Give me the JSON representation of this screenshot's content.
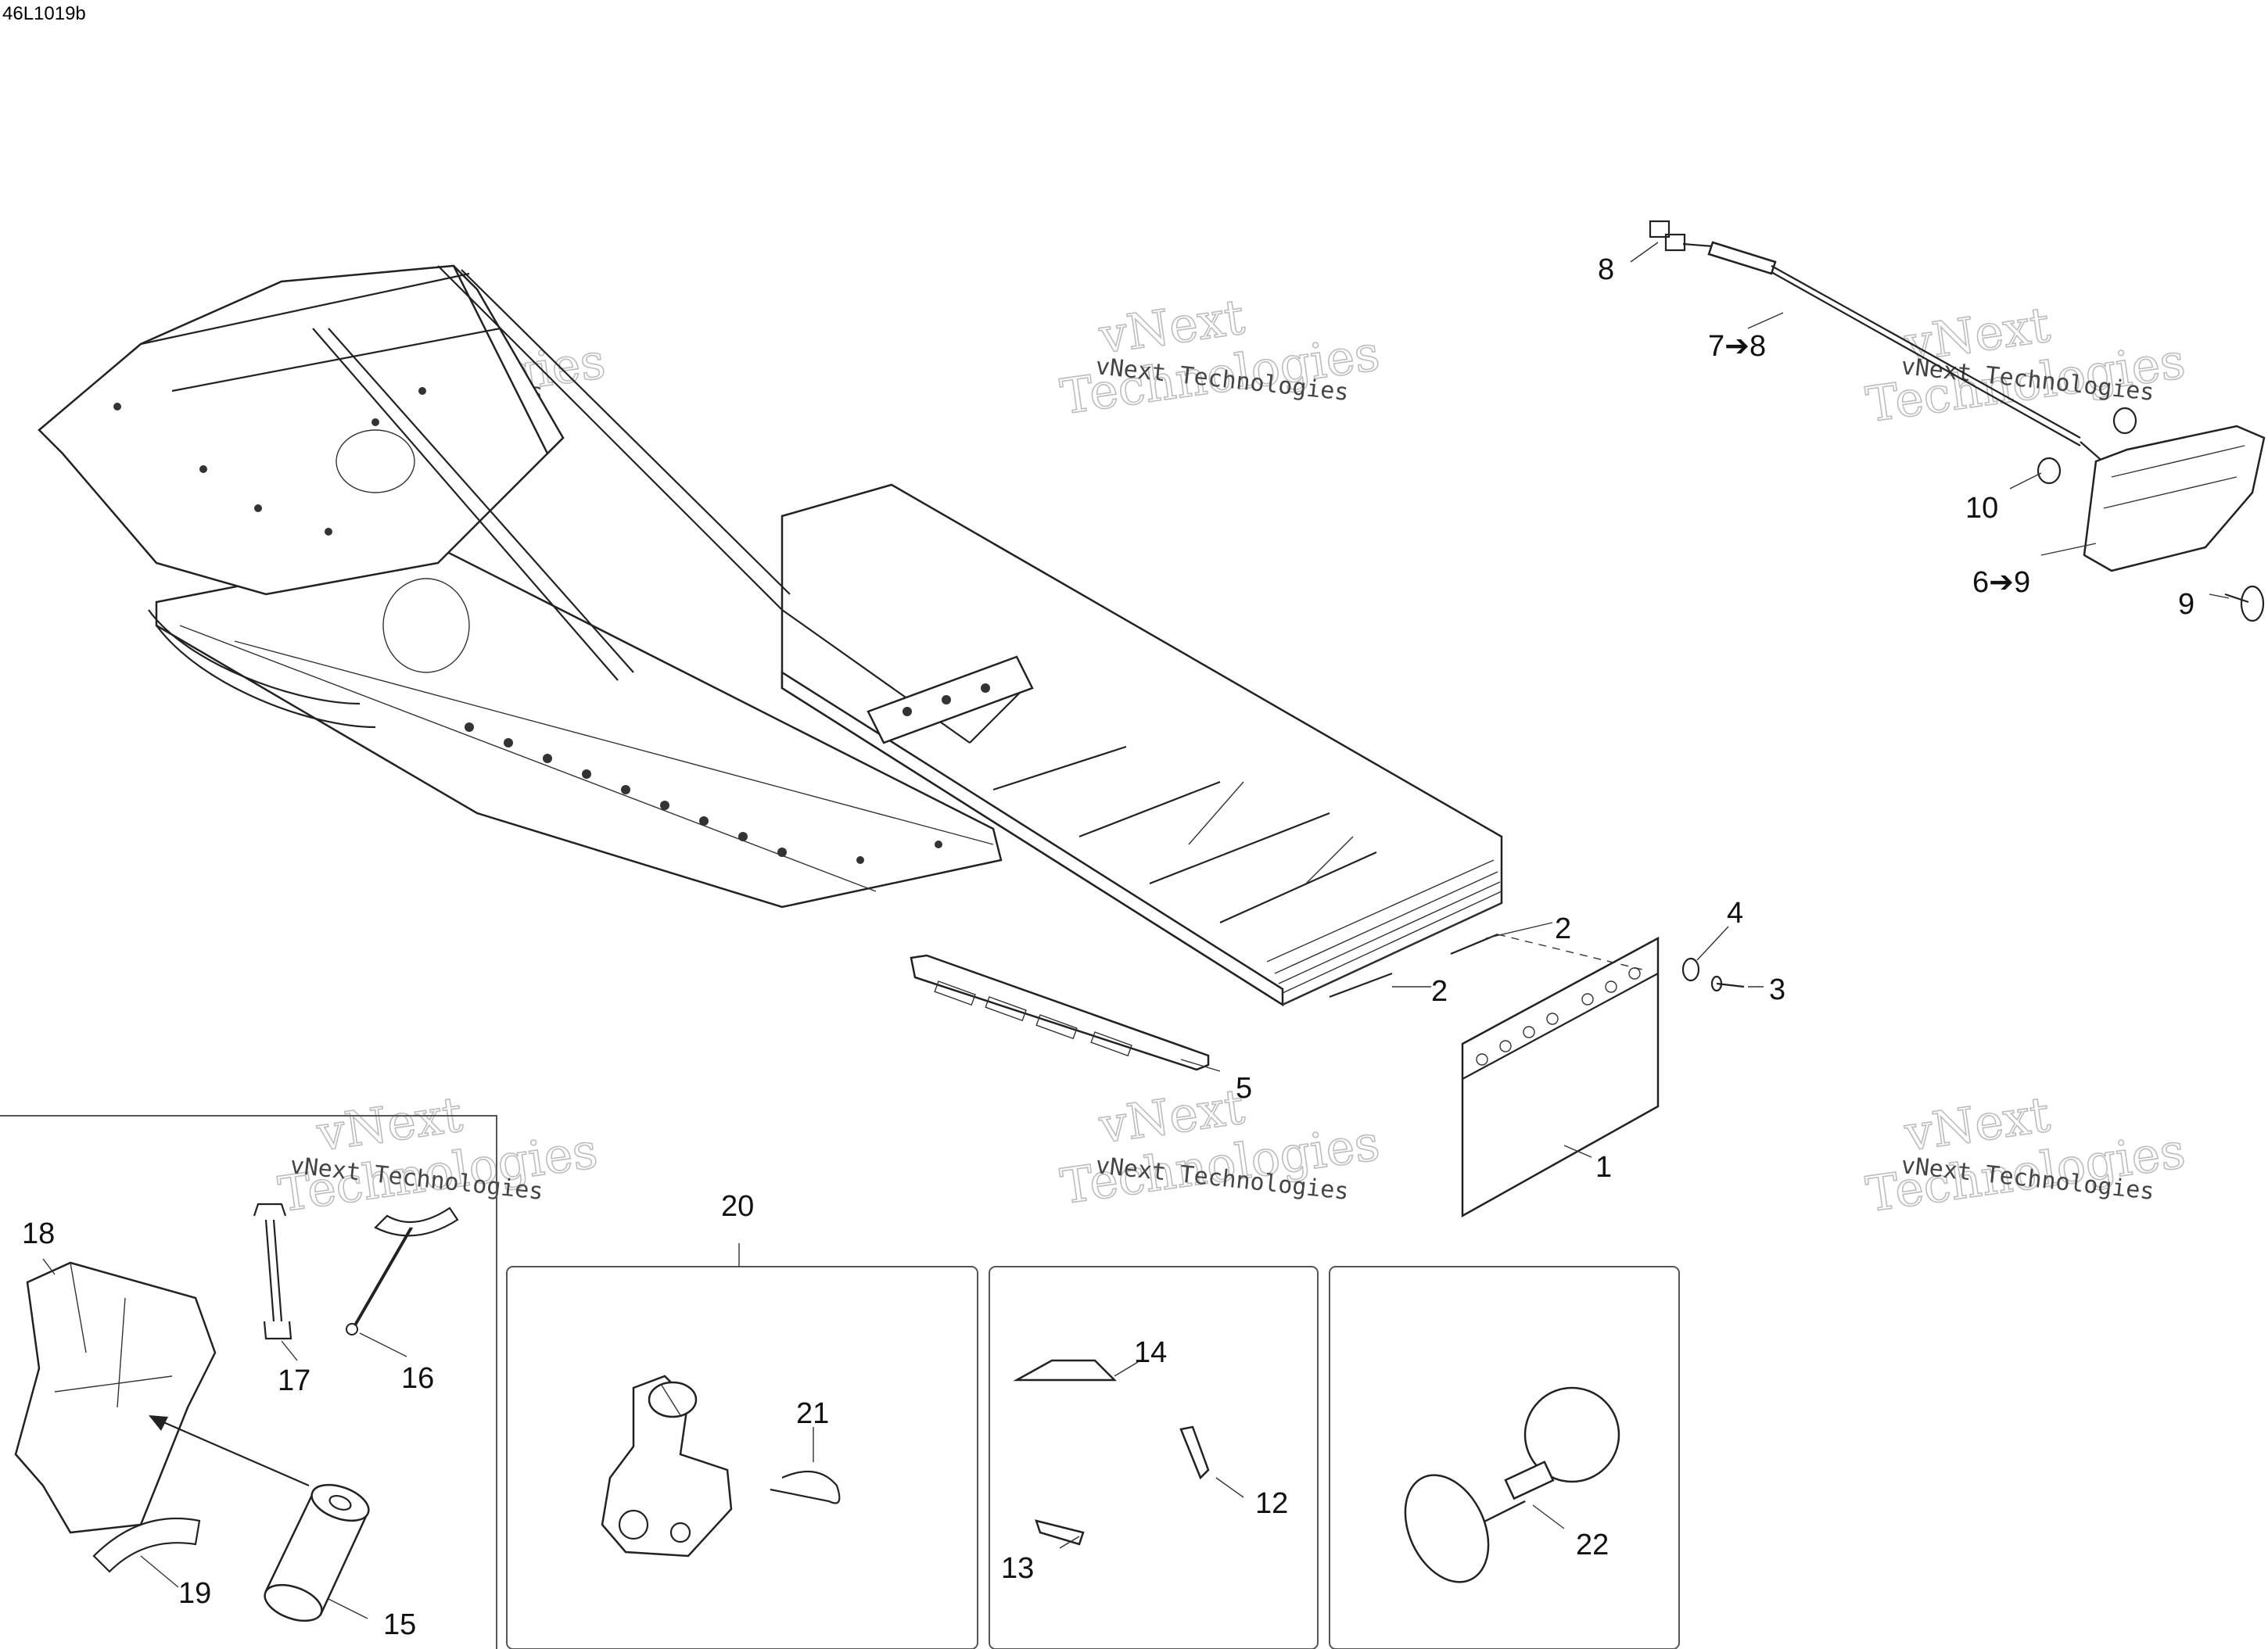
{
  "document": {
    "code": "46L1019b"
  },
  "watermark": {
    "line1": "vNext",
    "line2": "Technologies",
    "small": "vNext Technologies"
  },
  "callouts": {
    "p1": "1",
    "p2a": "2",
    "p2b": "2",
    "p3": "3",
    "p4": "4",
    "p5": "5",
    "p6": "6➔9",
    "p7": "7➔8",
    "p8": "8",
    "p9": "9",
    "p10": "10",
    "p12": "12",
    "p13": "13",
    "p14": "14",
    "p15": "15",
    "p16": "16",
    "p17": "17",
    "p18": "18",
    "p19": "19",
    "p20": "20",
    "p21": "21",
    "p22": "22"
  }
}
